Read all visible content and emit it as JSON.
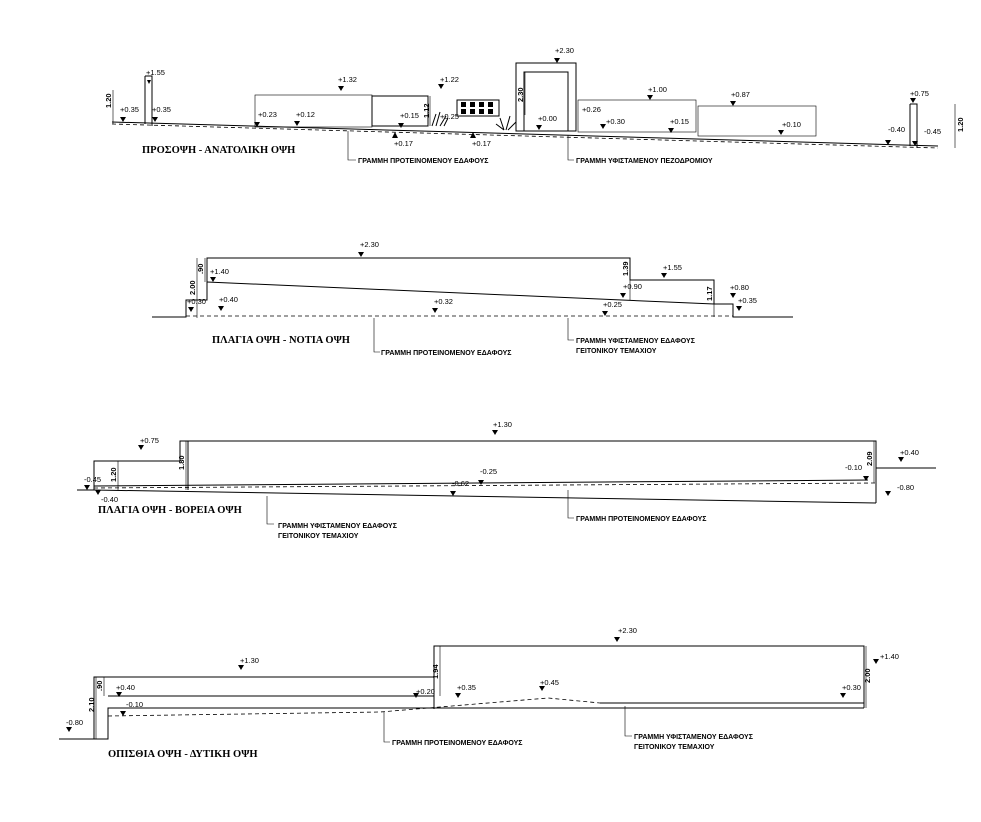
{
  "east": {
    "title": "ΠΡΟΣΟΨΗ - ΑΝΑΤΟΛΙΚΗ ΟΨΗ",
    "note_proposed": "ΓΡΑΜΜΗ ΠΡΟΤΕΙΝΟΜΕΝΟΥ ΕΔΑΦΟΥΣ",
    "note_sidewalk": "ΓΡΑΜΜΗ ΥΦΙΣΤΑΜΕΝΟΥ ΠΕΖΟΔΡΟΜΙΟΥ",
    "levels": [
      "+1.55",
      "+0.35",
      "+0.35",
      "+0.23",
      "+0.12",
      "+1.32",
      "+0.15",
      "+0.17",
      "+1.22",
      "+0.25",
      "+0.17",
      "+2.30",
      "+0.00",
      "+0.26",
      "+0.30",
      "+1.00",
      "+0.15",
      "+0.87",
      "+0.10",
      "+0.75",
      "-0.40",
      "-0.45"
    ],
    "dims": [
      "1.20",
      "1.12",
      "2.30",
      "1.20"
    ]
  },
  "south": {
    "title": "ΠΛΑΓΙΑ ΟΨΗ - ΝΟΤΙΑ ΟΨΗ",
    "note_proposed": "ΓΡΑΜΜΗ ΠΡΟΤΕΙΝΟΜΕΝΟΥ ΕΔΑΦΟΥΣ",
    "note_existing_1": "ΓΡΑΜΜΗ ΥΦΙΣΤΑΜΕΝΟΥ ΕΔΑΦΟΥΣ",
    "note_existing_2": "ΓΕΙΤΟΝΙΚΟΥ ΤΕΜΑΧΙΟΥ",
    "levels": [
      "+2.30",
      "+1.40",
      "+0.30",
      "+0.40",
      "+0.32",
      "+0.25",
      "+0.90",
      "+1.55",
      "+0.80",
      "+0.35"
    ],
    "dims": [
      "2.00",
      ".90",
      "1.39",
      "1.17"
    ]
  },
  "north": {
    "title": "ΠΛΑΓΙΑ ΟΨΗ - ΒΟΡΕΙΑ ΟΨΗ",
    "note_existing_1": "ΓΡΑΜΜΗ ΥΦΙΣΤΑΜΕΝΟΥ ΕΔΑΦΟΥΣ",
    "note_existing_2": "ΓΕΙΤΟΝΙΚΟΥ ΤΕΜΑΧΙΟΥ",
    "note_proposed": "ΓΡΑΜΜΗ ΠΡΟΤΕΙΝΟΜΕΝΟΥ ΕΔΑΦΟΥΣ",
    "levels": [
      "+1.30",
      "+0.75",
      "-0.45",
      "-0.40",
      "-0.25",
      "-0.62",
      "+0.40",
      "-0.10",
      "-0.80"
    ],
    "dims": [
      "1.20",
      "1.80",
      "2.09"
    ]
  },
  "west": {
    "title": "ΟΠΙΣΘΙΑ ΟΨΗ - ΔΥΤΙΚΗ ΟΨΗ",
    "note_proposed": "ΓΡΑΜΜΗ ΠΡΟΤΕΙΝΟΜΕΝΟΥ ΕΔΑΦΟΥΣ",
    "note_existing_1": "ΓΡΑΜΜΗ ΥΦΙΣΤΑΜΕΝΟΥ ΕΔΑΦΟΥΣ",
    "note_existing_2": "ΓΕΙΤΟΝΙΚΟΥ ΤΕΜΑΧΙΟΥ",
    "levels": [
      "+2.30",
      "+1.30",
      "+0.40",
      "-0.10",
      "-0.80",
      "+0.20",
      "+0.35",
      "+0.45",
      "+1.40",
      "+0.30"
    ],
    "dims": [
      "2.10",
      ".90",
      "1.94",
      "2.00"
    ]
  }
}
